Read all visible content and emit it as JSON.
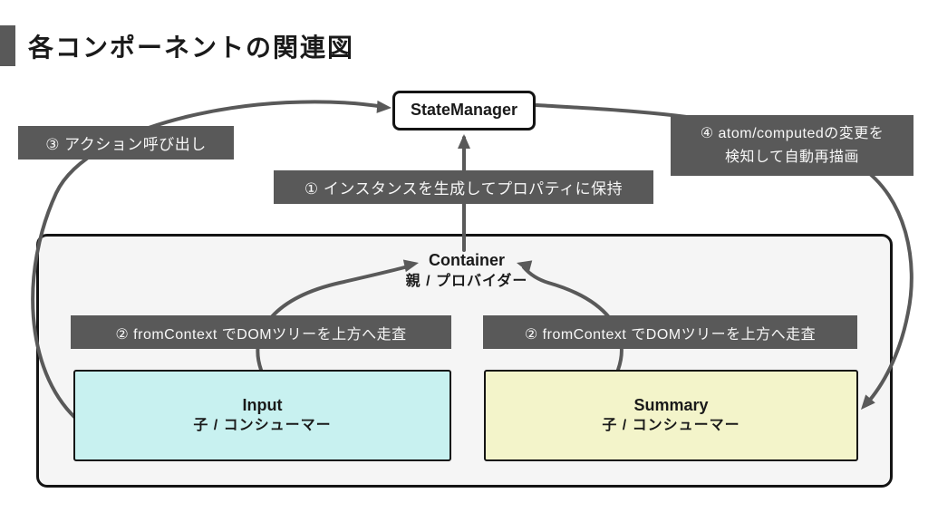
{
  "title": "各コンポーネントの関連図",
  "colors": {
    "label_bg": "#595959",
    "label_text": "#f7f7f7",
    "arrow": "#595959",
    "input_fill": "#c8f1f0",
    "summary_fill": "#f3f4ca",
    "container_fill": "#f5f5f5",
    "box_border": "#141414"
  },
  "nodes": {
    "state_manager": {
      "label": "StateManager"
    },
    "container": {
      "label": "Container",
      "sublabel": "親 / プロバイダー"
    },
    "input": {
      "label": "Input",
      "sublabel": "子 / コンシューマー"
    },
    "summary": {
      "label": "Summary",
      "sublabel": "子 / コンシューマー"
    }
  },
  "annotations": {
    "step1": "① インスタンスを生成してプロパティに保持",
    "step2_left": "② fromContext でDOMツリーを上方へ走査",
    "step2_right": "② fromContext でDOMツリーを上方へ走査",
    "step3": "③ アクション呼び出し",
    "step4_line1": "④ atom/computedの変更を",
    "step4_line2": "検知して自動再描画"
  }
}
